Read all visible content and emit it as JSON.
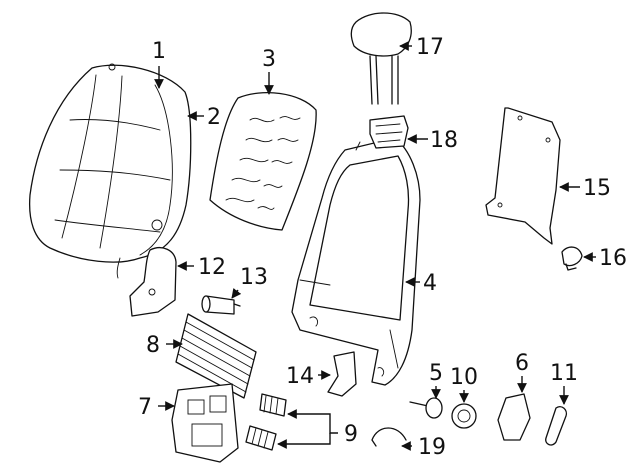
{
  "diagram": {
    "parts": [
      {
        "key": "p1",
        "label": "1"
      },
      {
        "key": "p2",
        "label": "2"
      },
      {
        "key": "p3",
        "label": "3"
      },
      {
        "key": "p4",
        "label": "4"
      },
      {
        "key": "p5",
        "label": "5"
      },
      {
        "key": "p6",
        "label": "6"
      },
      {
        "key": "p7",
        "label": "7"
      },
      {
        "key": "p8",
        "label": "8"
      },
      {
        "key": "p9",
        "label": "9"
      },
      {
        "key": "p10",
        "label": "10"
      },
      {
        "key": "p11",
        "label": "11"
      },
      {
        "key": "p12",
        "label": "12"
      },
      {
        "key": "p13",
        "label": "13"
      },
      {
        "key": "p14",
        "label": "14"
      },
      {
        "key": "p15",
        "label": "15"
      },
      {
        "key": "p16",
        "label": "16"
      },
      {
        "key": "p17",
        "label": "17"
      },
      {
        "key": "p18",
        "label": "18"
      },
      {
        "key": "p19",
        "label": "19"
      }
    ]
  }
}
